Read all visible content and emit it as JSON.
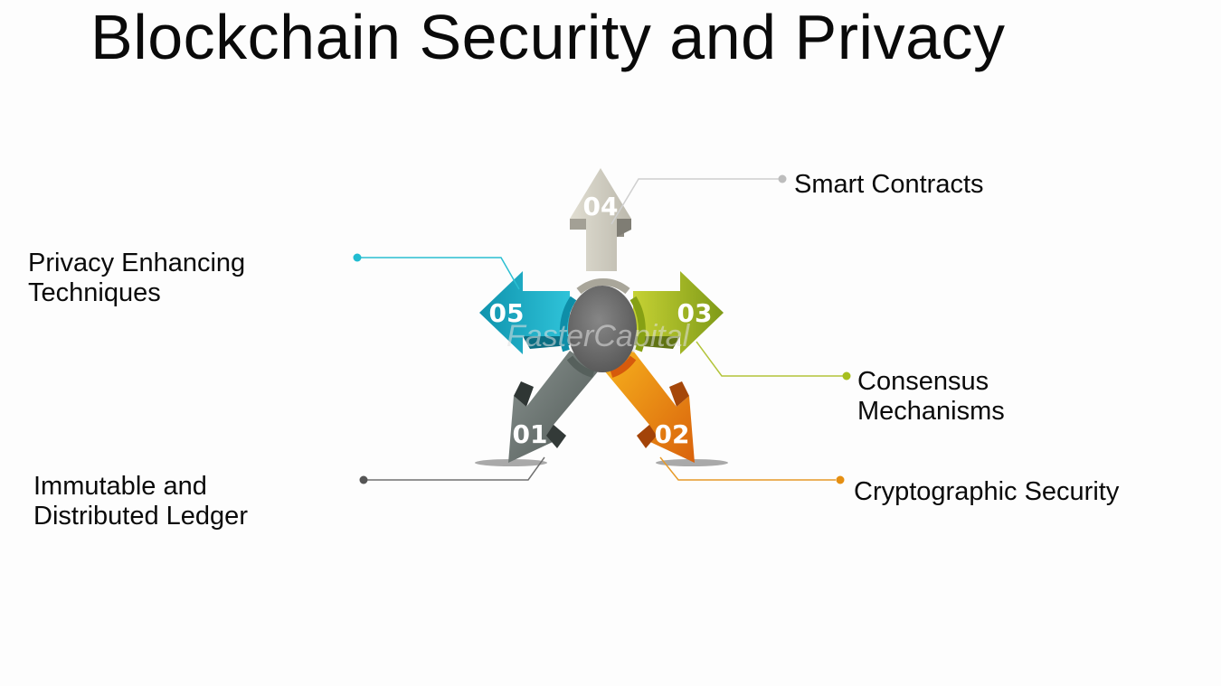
{
  "title": "Blockchain Security and Privacy",
  "watermark": "FasterCapital",
  "items": [
    {
      "number": "01",
      "label_lines": [
        "Immutable and",
        "Distributed Ledger"
      ],
      "color": "#6a7470"
    },
    {
      "number": "02",
      "label_lines": [
        "Cryptographic Security"
      ],
      "color": "#e58a0c"
    },
    {
      "number": "03",
      "label_lines": [
        "Consensus",
        "Mechanisms"
      ],
      "color": "#9ab51a"
    },
    {
      "number": "04",
      "label_lines": [
        "Smart Contracts"
      ],
      "color": "#d3d1c6"
    },
    {
      "number": "05",
      "label_lines": [
        "Privacy Enhancing",
        "Techniques"
      ],
      "color": "#17b0c8"
    }
  ],
  "hub_color": "#6d6d6d"
}
